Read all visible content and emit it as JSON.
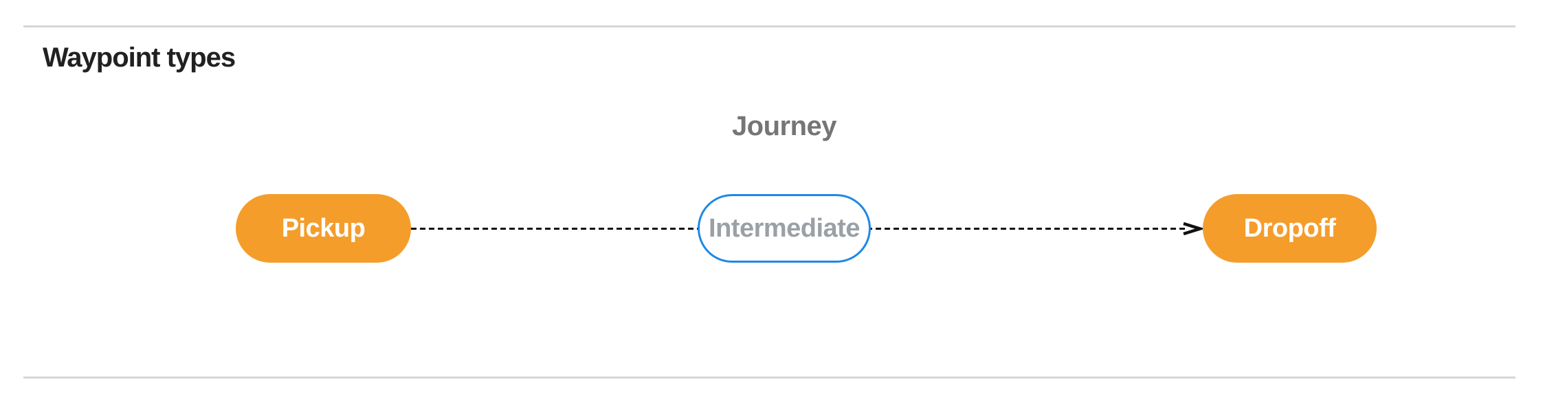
{
  "section_title": "Waypoint types",
  "diagram": {
    "title": "Journey",
    "nodes": [
      {
        "label": "Pickup",
        "kind": "terminal"
      },
      {
        "label": "Intermediate",
        "kind": "intermediate"
      },
      {
        "label": "Dropoff",
        "kind": "terminal"
      }
    ],
    "edge_style": "dashed-arrow"
  },
  "colors": {
    "terminal_fill": "#F49D2B",
    "terminal_text": "#FFFFFF",
    "intermediate_border": "#1E88E5",
    "intermediate_text": "#9AA0A6",
    "diagram_title_text": "#757575",
    "heading_text": "#212121",
    "edge": "#111111",
    "divider": "#D6D6D6"
  }
}
